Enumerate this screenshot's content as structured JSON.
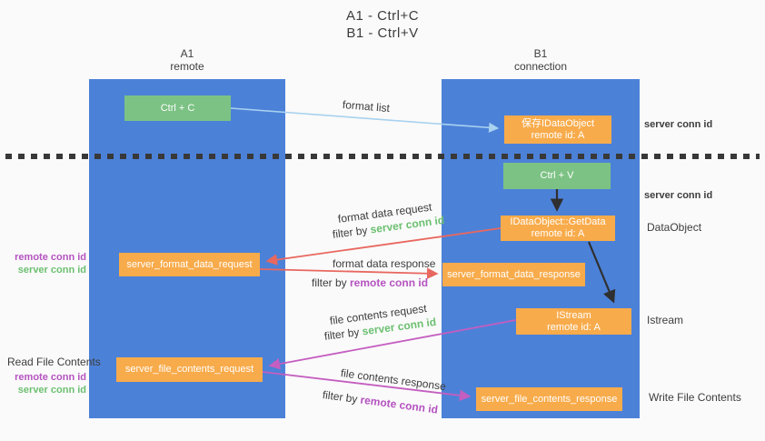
{
  "title": {
    "line1": "A1 - Ctrl+C",
    "line2": "B1 - Ctrl+V"
  },
  "columns": {
    "a1": {
      "name": "A1",
      "role": "remote"
    },
    "b1": {
      "name": "B1",
      "role": "connection"
    }
  },
  "nodes": {
    "ctrl_c": {
      "label": "Ctrl + C"
    },
    "ctrl_v": {
      "label": "Ctrl + V"
    },
    "save_dataobject": {
      "line1": "保存IDataObject",
      "line2": "remote id: A"
    },
    "getdata": {
      "line1": "IDataObject::GetData",
      "line2": "remote id: A"
    },
    "istream": {
      "line1": "IStream",
      "line2": "remote id: A"
    },
    "format_request": {
      "label": "server_format_data_request"
    },
    "format_response": {
      "label": "server_format_data_response"
    },
    "file_request": {
      "label": "server_file_contents_request"
    },
    "file_response": {
      "label": "server_file_contents_response"
    }
  },
  "flow_labels": {
    "format_list": "format list",
    "format_data_request": "format data request",
    "format_data_response": "format data response",
    "file_contents_request": "file contents request",
    "file_contents_response": "file contents response",
    "filter_by": "filter by ",
    "server_conn_id": "server conn id",
    "remote_conn_id": "remote conn id"
  },
  "side_labels": {
    "left_mid": {
      "remote": "remote conn id",
      "server": "server conn id"
    },
    "left_bottom": {
      "title": "Read File Contents",
      "remote": "remote conn id",
      "server": "server conn id"
    },
    "right_server_top": "server conn id",
    "right_server_mid": "server conn id",
    "right_dataobject": "DataObject",
    "right_istream": "Istream",
    "right_write": "Write File Contents"
  },
  "colors": {
    "panel_blue": "#4c81d8",
    "node_green": "#7cc284",
    "node_orange": "#f8ab4b",
    "arrow_red": "#e8685f",
    "arrow_purple": "#c45ec0",
    "arrow_light_blue": "#a8d2ef",
    "arrow_black": "#2f2f2f",
    "text_green": "#6cc071",
    "text_purple": "#b553c0",
    "background": "#fafafa"
  }
}
